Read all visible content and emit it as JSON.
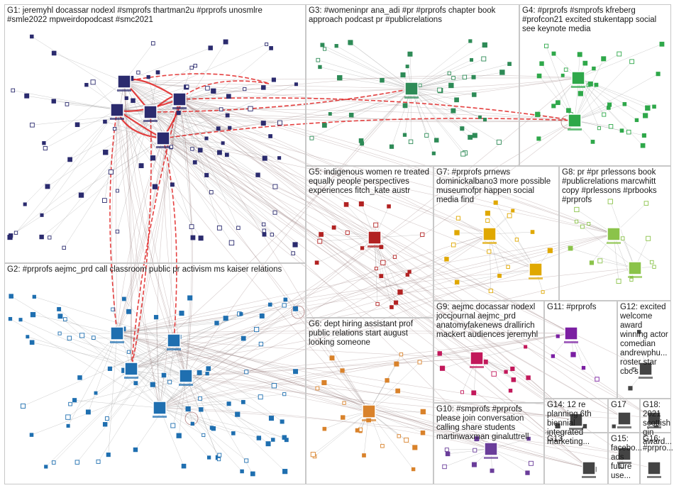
{
  "chart_data": {
    "type": "network",
    "groups": [
      {
        "id": "G1",
        "label": "G1: jeremyhl docassar nodexl #smprofs thartman2u #prprofs unosmlre #smle2022 mpweirdopodcast #smc2021",
        "color": "#2b2b6e"
      },
      {
        "id": "G2",
        "label": "G2: #prprofs aejmc_prd call classroom public pr activism ms kaiser relations",
        "color": "#1f6fb0"
      },
      {
        "id": "G3",
        "label": "G3: #womeninpr ana_adi #pr #prprofs chapter book approach podcast pr #publicrelations",
        "color": "#2e8b57"
      },
      {
        "id": "G4",
        "label": "G4: #prprofs #smprofs kfreberg #profcon21 excited stukentapp social see keynote media",
        "color": "#2fa84a"
      },
      {
        "id": "G5",
        "label": "G5: indigenous women re treated equally people perspectives experiences fitch_kate austr",
        "color": "#b22222"
      },
      {
        "id": "G6",
        "label": "G6: dept hiring assistant prof public relations start august looking someone",
        "color": "#d9822b"
      },
      {
        "id": "G7",
        "label": "G7: #prprofs prnews dominickalbano3 more possible museumofpr happen social media find",
        "color": "#e0a800"
      },
      {
        "id": "G8",
        "label": "G8: pr #pr prlessons book #publicrelations marcwhitt copy #prlessons #prbooks #prprofs",
        "color": "#8bc34a"
      },
      {
        "id": "G9",
        "label": "G9: aejmc docassar nodexl joccjournal aejmc_prd anatomyfakenews drallirich mackert audiences jeremyhl",
        "color": "#c2185b"
      },
      {
        "id": "G10",
        "label": "G10: #smprofs #prprofs please join conversation calling share students martinwaxman ginaluttrell",
        "color": "#6a3d9a"
      },
      {
        "id": "G11",
        "label": "G11: #prprofs",
        "color": "#7b1fa2"
      },
      {
        "id": "G12",
        "label": "G12: excited welcome award winning actor comedian andrewphu... roster star cbc's",
        "color": "#444444"
      },
      {
        "id": "G13",
        "label": "G13",
        "color": "#444444"
      },
      {
        "id": "G14",
        "label": "G14: 12 re planning 6th biennial integrated marketing...",
        "color": "#444444"
      },
      {
        "id": "G15",
        "label": "G15: facebo... ads future use...",
        "color": "#444444"
      },
      {
        "id": "G16",
        "label": "G16: #prpro...",
        "color": "#444444"
      },
      {
        "id": "G17",
        "label": "G17",
        "color": "#444444"
      },
      {
        "id": "G18",
        "label": "G18: 2021 scottish gin award...",
        "color": "#444444"
      }
    ],
    "edge_color_internal": "#a0a0a0",
    "edge_color_highlight": "#e02020"
  }
}
